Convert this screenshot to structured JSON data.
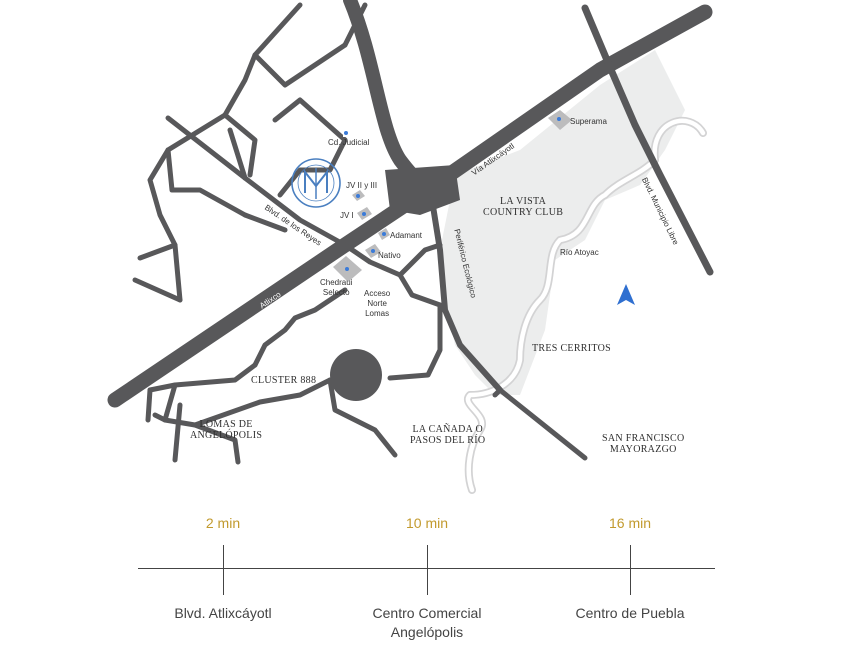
{
  "colors": {
    "road": "#58585a",
    "zone": "#eceded",
    "pin": "#3b7bd8",
    "accent": "#c29a2e",
    "logo": "#4a7fc0"
  },
  "map": {
    "roads": {
      "atlixco": "Atlixco",
      "via_atlixcayotl": "Vía Atlixcáyotl",
      "blvd_reyes": "Blvd. de los Reyes",
      "periferico": "Periférico Ecológico",
      "municipio_libre": "Blvd. Municipio Libre",
      "rio_atoyac": "Río Atoyac"
    },
    "places": {
      "cd_judicial": "Cd. Judicial",
      "jv_ii_iii": "JV II y III",
      "jv_i": "JV I",
      "adamant": "Adamant",
      "nativo": "Nativo",
      "chedraui": "Chedraui\nSelecto",
      "acceso": "Acceso\nNorte\nLomas",
      "superama": "Superama"
    },
    "zones": {
      "la_vista": "LA VISTA\nCOUNTRY CLUB",
      "tres_cerritos": "TRES CERRITOS",
      "cluster": "CLUSTER 888",
      "lomas": "LOMAS DE\nANGELÓPOLIS",
      "la_canada": "LA CAÑADA O\nPASOS DEL RÍO",
      "san_francisco": "SAN FRANCISCO\nMAYORAZGO"
    },
    "compass_icon": "north-arrow-icon",
    "logo_icon": "circular-seal-logo-icon"
  },
  "timeline": [
    {
      "time": "2 min",
      "destination": "Blvd. Atlixcáyotl"
    },
    {
      "time": "10 min",
      "destination": "Centro Comercial\nAngelópolis"
    },
    {
      "time": "16 min",
      "destination": "Centro de Puebla"
    }
  ]
}
